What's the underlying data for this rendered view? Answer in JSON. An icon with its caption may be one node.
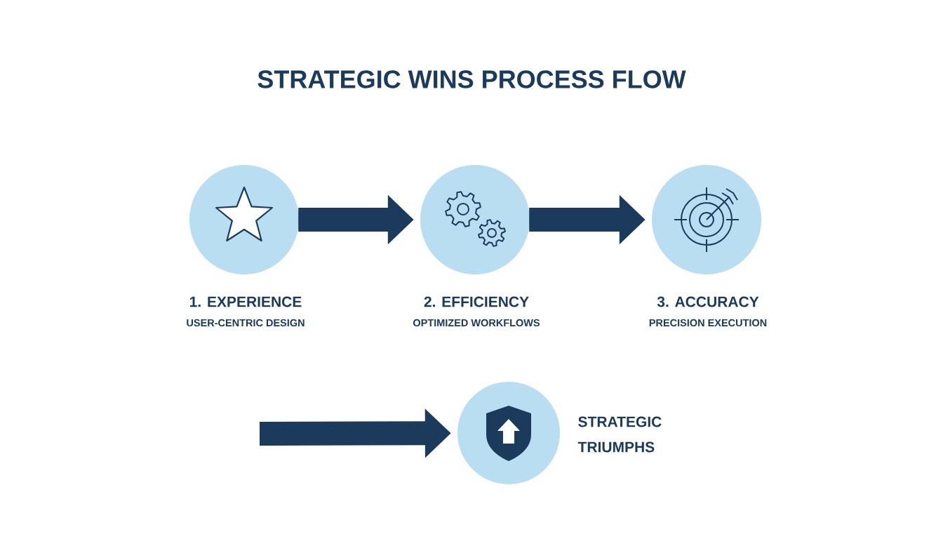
{
  "diagram": {
    "title": "STRATEGIC WINS PROCESS FLOW",
    "nodes": [
      {
        "text": [
          "1. EXPERIENCE",
          "USER-CENTRIC DESIGN"
        ]
      },
      {
        "text": [
          "2. EFFICIENCY",
          "OPTIMIZED WORKFLOWS"
        ]
      },
      {
        "text": [
          "3. ACCURACY",
          "PRECISION EXECUTION"
        ]
      },
      {
        "text": [
          "STRATEGIC TRIUMPHS"
        ]
      }
    ],
    "edges": [
      {
        "from": 0,
        "to": 1,
        "arrow": "to"
      },
      {
        "from": 1,
        "to": 2,
        "arrow": "to"
      },
      {
        "from": null,
        "to": 3,
        "arrow": "to"
      }
    ]
  }
}
